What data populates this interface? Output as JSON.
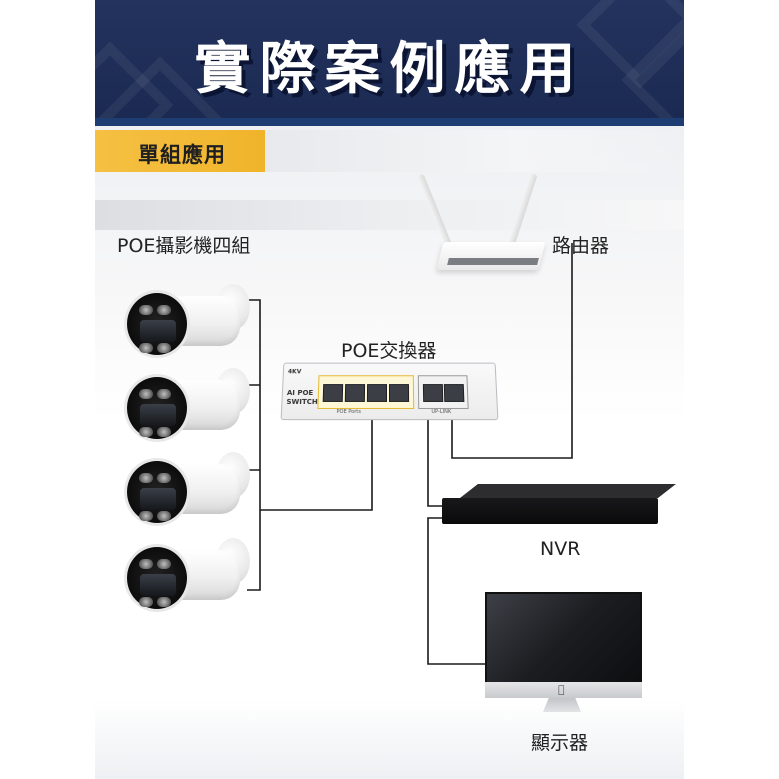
{
  "header": {
    "title": "實際案例應用"
  },
  "section": {
    "tag": "單組應用"
  },
  "labels": {
    "cameras": "POE攝影機四組",
    "router": "路由器",
    "switch": "POE交換器",
    "nvr": "NVR",
    "monitor": "顯示器"
  },
  "switch_panel": {
    "brand": "4KV",
    "name_line1": "AI POE",
    "name_line2": "SWITCH",
    "ports_label": "POE Ports",
    "uplink_label": "UP-LINK"
  },
  "icons": {
    "camera": "bullet-camera-icon",
    "router": "wifi-router-icon",
    "switch": "poe-switch-icon",
    "nvr": "nvr-recorder-icon",
    "monitor": "monitor-icon"
  },
  "colors": {
    "banner": "#1b2a52",
    "tag": "#f0b42a",
    "wire": "#1a1a1a"
  }
}
